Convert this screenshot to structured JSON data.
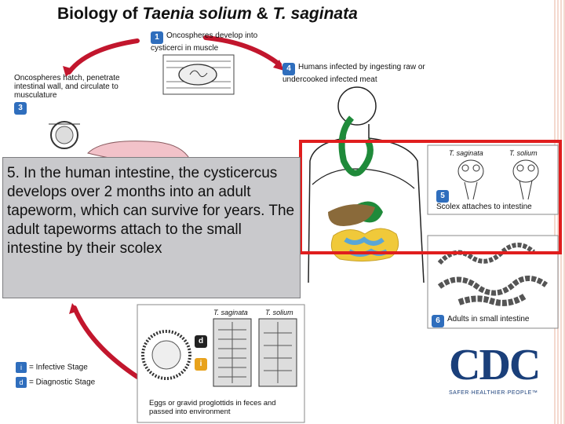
{
  "title": {
    "prefix": "Biology of ",
    "italic1": "Taenia solium",
    "amp": " & ",
    "italic2": "T. saginata"
  },
  "stages": {
    "s1": {
      "num": "1",
      "text": "Oncospheres develop into cysticerci in muscle"
    },
    "s2": {
      "num": "3",
      "text": "Oncospheres hatch, penetrate intestinal wall, and circulate to musculature"
    },
    "s4": {
      "num": "4",
      "text": "Humans infected by ingesting raw or undercooked infected meat"
    },
    "s5": {
      "num": "5",
      "text": "Scolex attaches to intestine"
    },
    "s6": {
      "num": "6",
      "text": "Adults in small intestine"
    },
    "eggs": {
      "text": "Eggs or gravid proglottids in feces and passed into environment"
    }
  },
  "species": {
    "saginata": "T. saginata",
    "solium": "T. solium"
  },
  "stage_markers": {
    "d": "d",
    "i": "i"
  },
  "overlay": {
    "text": "5. In the human intestine, the cysticercus develops over 2 months into an adult tapeworm, which can survive for years. The adult tapeworms attach to the small intestine by their scolex"
  },
  "legend": {
    "infective": {
      "tag": "i",
      "label": "= Infective Stage"
    },
    "diagnostic": {
      "tag": "d",
      "label": "= Diagnostic Stage"
    }
  },
  "logo": {
    "word": "CDC",
    "sub": "SAFER·HEALTHIER·PEOPLE™"
  },
  "colors": {
    "accent_blue": "#2f6ebd",
    "highlight_red": "#e01e1e",
    "overlay_grey": "#c9c9cc",
    "cycle_red": "#c2162d",
    "cdc_blue": "#1a3f7a"
  }
}
